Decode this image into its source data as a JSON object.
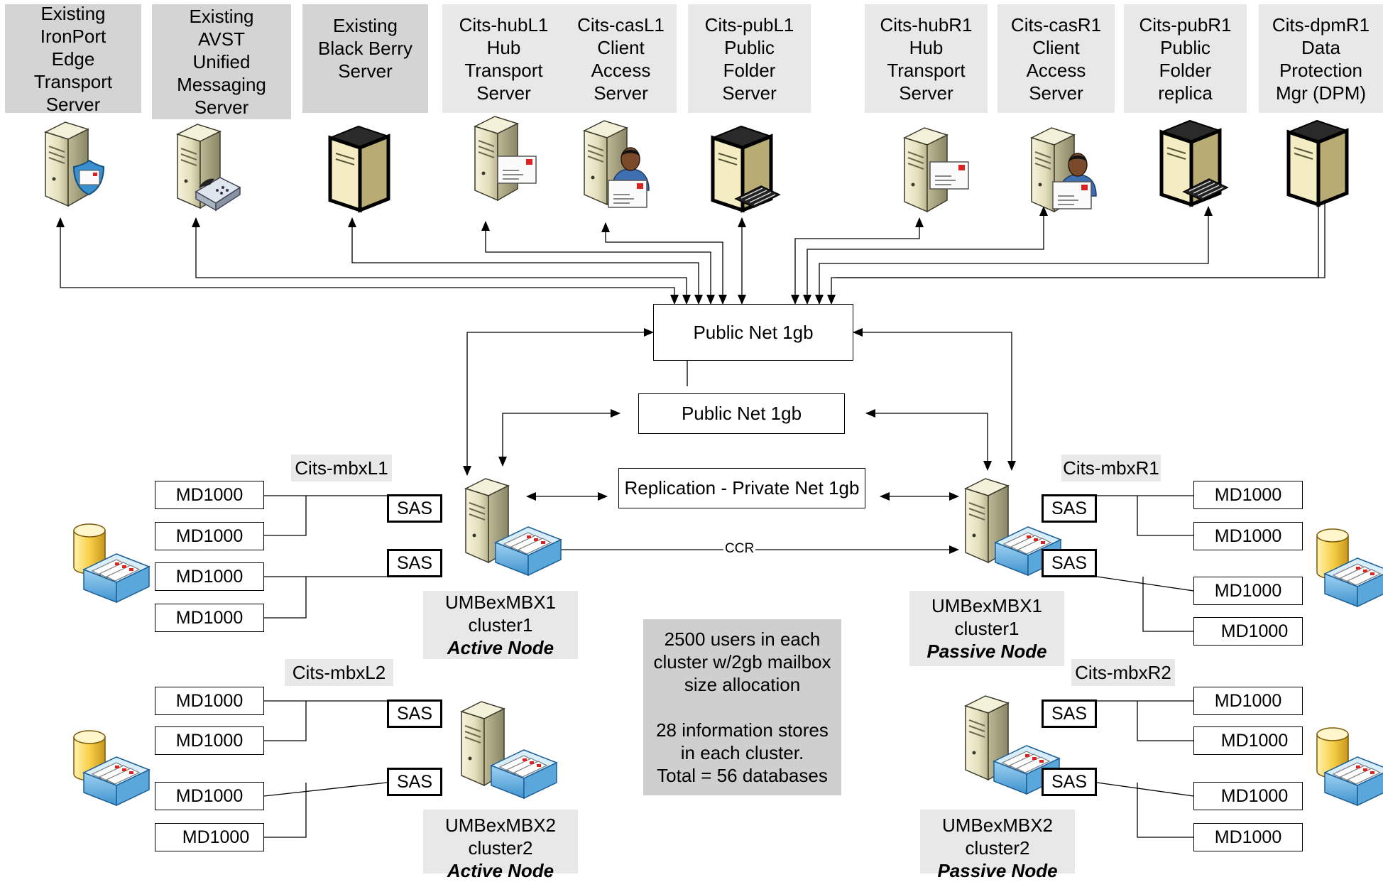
{
  "servers_top": [
    {
      "lines": [
        "Existing",
        "IronPort",
        "Edge",
        "Transport",
        "Server"
      ],
      "style": "dark",
      "icon": "server-shield-icon"
    },
    {
      "lines": [
        "Existing",
        "AVST",
        "Unified",
        "Messaging",
        "Server"
      ],
      "style": "dark",
      "icon": "server-fax-icon"
    },
    {
      "lines": [
        "Existing",
        "Black Berry",
        "Server"
      ],
      "style": "dark",
      "icon": "server-icon"
    },
    {
      "lines": [
        "Cits-hubL1",
        "Hub",
        "Transport",
        "Server"
      ],
      "style": "light",
      "icon": "server-mail-icon"
    },
    {
      "lines": [
        "Cits-casL1",
        "Client",
        "Access",
        "Server"
      ],
      "style": "light",
      "icon": "server-user-mail-icon"
    },
    {
      "lines": [
        "Cits-pubL1",
        "Public",
        "Folder",
        "Server"
      ],
      "style": "light",
      "icon": "server-keyboard-icon"
    },
    {
      "lines": [
        "Cits-hubR1",
        "Hub",
        "Transport",
        "Server"
      ],
      "style": "light",
      "icon": "server-mail-icon"
    },
    {
      "lines": [
        "Cits-casR1",
        "Client",
        "Access",
        "Server"
      ],
      "style": "light",
      "icon": "server-user-mail-icon"
    },
    {
      "lines": [
        "Cits-pubR1",
        "Public",
        "Folder",
        "replica"
      ],
      "style": "light",
      "icon": "server-keyboard-icon"
    },
    {
      "lines": [
        "Cits-dpmR1",
        "Data",
        "Protection",
        "Mgr (DPM)"
      ],
      "style": "light",
      "icon": "server-icon"
    }
  ],
  "networks": {
    "public_net_1": "Public Net 1gb",
    "public_net_2": "Public Net 1gb",
    "replication": "Replication - Private Net 1gb",
    "ccr": "CCR"
  },
  "storage_groups": {
    "left1": "Cits-mbxL1",
    "left2": "Cits-mbxL2",
    "right1": "Cits-mbxR1",
    "right2": "Cits-mbxR2"
  },
  "sas_label": "SAS",
  "md_label": "MD1000",
  "mailbox_nodes": {
    "cluster1_active": [
      "UMBexMBX1",
      "cluster1",
      "Active Node"
    ],
    "cluster1_passive": [
      "UMBexMBX1",
      "cluster1",
      "Passive Node"
    ],
    "cluster2_active": [
      "UMBexMBX2",
      "cluster2",
      "Active Node"
    ],
    "cluster2_passive": [
      "UMBexMBX2",
      "cluster2",
      "Passive Node"
    ]
  },
  "info_box": {
    "lines": [
      "2500 users in each",
      "cluster w/2gb mailbox",
      "size allocation",
      "",
      "28 information stores",
      "in each cluster.",
      "Total = 56 databases"
    ]
  },
  "colors": {
    "label_dark": "#d4d4d4",
    "label_light": "#e8e8e8",
    "server_beige": "#e6e2c4",
    "server_black": "#151515",
    "info_box": "#cfcfcf"
  }
}
